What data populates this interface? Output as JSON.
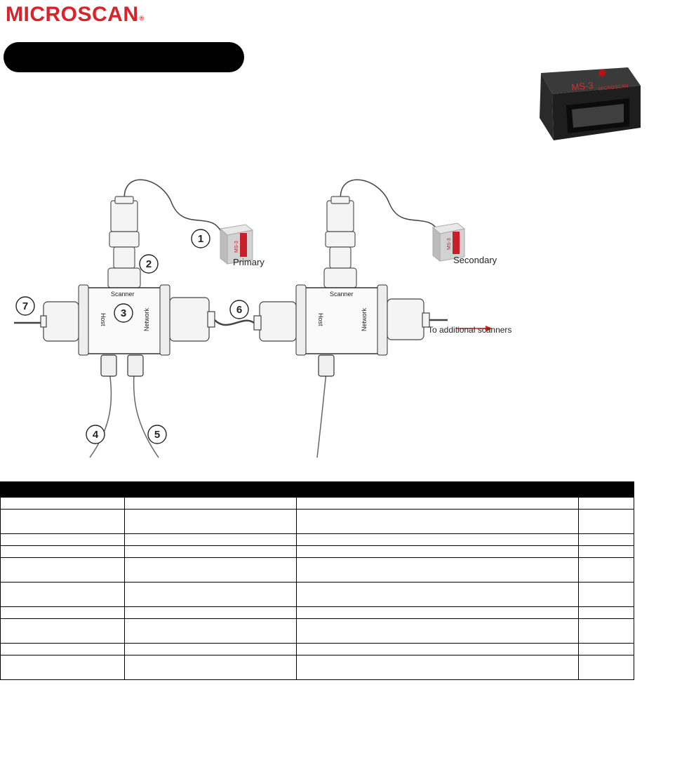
{
  "header": {
    "brand": "MICROSCAN",
    "brand_mark": "®",
    "title_bar_label": ""
  },
  "product_photo": {
    "model_text": "MS-3",
    "brand_text": "MICROSCAN"
  },
  "diagram": {
    "callouts": [
      "1",
      "2",
      "3",
      "4",
      "5",
      "6",
      "7"
    ],
    "labels": {
      "primary": "Primary",
      "secondary": "Secondary",
      "scanner_port_1": "Scanner",
      "scanner_port_2": "Scanner",
      "host_port_1": "Host",
      "host_port_2": "Host",
      "network_port_1": "Network",
      "network_port_2": "Network",
      "to_additional": "To additional scanners",
      "scanner_model": "MS-3"
    },
    "colors": {
      "arrow": "#e02020",
      "line": "#444444",
      "scanner_red": "#c8202a"
    }
  },
  "table": {
    "header": [
      "",
      "",
      "",
      ""
    ],
    "row_heights": [
      "short",
      "tall",
      "short",
      "short",
      "tall",
      "tall",
      "short",
      "tall",
      "short",
      "tall"
    ],
    "rows": [
      [
        "",
        "",
        "",
        ""
      ],
      [
        "",
        "",
        "",
        ""
      ],
      [
        "",
        "",
        "",
        ""
      ],
      [
        "",
        "",
        "",
        ""
      ],
      [
        "",
        "",
        "",
        ""
      ],
      [
        "",
        "",
        "",
        ""
      ],
      [
        "",
        "",
        "",
        ""
      ],
      [
        "",
        "",
        "",
        ""
      ],
      [
        "",
        "",
        "",
        ""
      ],
      [
        "",
        "",
        "",
        ""
      ]
    ]
  }
}
